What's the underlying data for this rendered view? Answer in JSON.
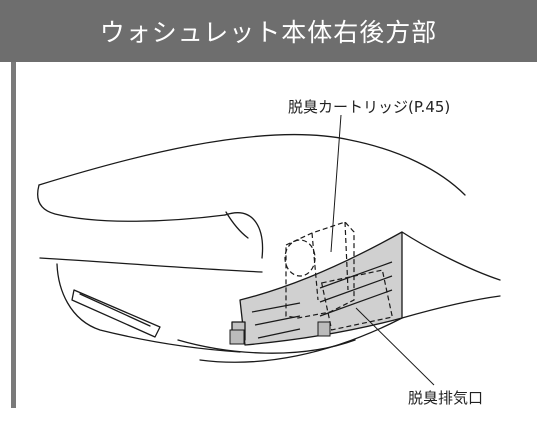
{
  "header": {
    "title": "ウォシュレット本体右後方部"
  },
  "callouts": {
    "cartridge": "脱臭カートリッジ(P.45)",
    "vent": "脱臭排気口"
  },
  "colors": {
    "header_bg": "#6e6e6e",
    "header_text": "#ffffff",
    "rule": "#7a7a7a",
    "cartridge_fill": "#d0d0d0"
  }
}
